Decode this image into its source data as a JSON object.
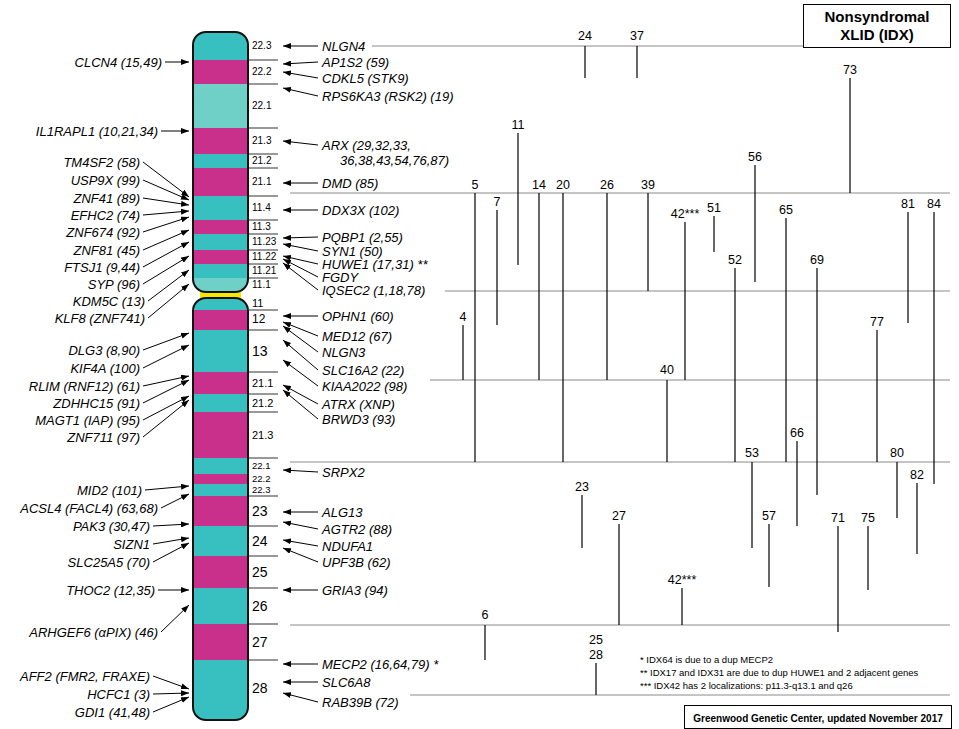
{
  "diagram": {
    "title": "Nonsyndromal XLID (IDX)",
    "caption": "Greenwood Genetic Center, updated November 2017",
    "labels": [
      "CLCN4 (15,49)",
      "IL1RAPL1 (10,21,34)",
      "TM4SF2 (58)",
      "USP9X (99)",
      "ZNF41 (89)",
      "EFHC2 (74)",
      "ZNF674 (92)",
      "ZNF81 (45)",
      "FTSJ1 (9,44)",
      "SYP (96)",
      "KDM5C (13)",
      "KLF8 (ZNF741)",
      "DLG3 (8,90)",
      "KIF4A (100)",
      "RLIM (RNF12) (61)",
      "ZDHHC15 (91)",
      "MAGT1 (IAP) (95)",
      "ZNF711 (97)",
      "MID2 (101)",
      "ACSL4 (FACL4) (63,68)",
      "PAK3 (30,47)",
      "SIZN1",
      "SLC25A5 (70)",
      "THOC2 (12,35)",
      "ARHGEF6 (αPIX) (46)",
      "AFF2 (FMR2, FRAXE)",
      "HCFC1 (3)",
      "GDI1 (41,48)",
      "22.3",
      "22.2",
      "22.1",
      "21.3",
      "21.2",
      "21.1",
      "11.4",
      "11.3",
      "11.23",
      "11.22",
      "11.21",
      "11.1",
      "11",
      "12",
      "13",
      "21.1",
      "21.2",
      "21.3",
      "22.1",
      "22.2",
      "22.3",
      "23",
      "24",
      "25",
      "26",
      "27",
      "28",
      "NLGN4",
      "AP1S2 (59)",
      "CDKL5 (STK9)",
      "RPS6KA3 (RSK2) (19)",
      "ARX (29,32,33, 36,38,43,54,76,87)",
      "DMD (85)",
      "DDX3X (102)",
      "PQBP1 (2,55)",
      "SYN1 (50)",
      "HUWE1 (17,31) **",
      "FGDY",
      "IQSEC2 (1,18,78)",
      "OPHN1 (60)",
      "MED12 (67)",
      "NLGN3",
      "SLC16A2 (22)",
      "KIAA2022 (98)",
      "ATRX (XNP)",
      "BRWD3 (93)",
      "SRPX2",
      "ALG13",
      "AGTR2 (88)",
      "NDUFA1",
      "UPF3B (62)",
      "GRIA3 (94)",
      "MECP2 (16,64,79) *",
      "SLC6A8",
      "RAB39B (72)",
      "24",
      "37",
      "73",
      "11",
      "56",
      "5",
      "14",
      "20",
      "26",
      "39",
      "7",
      "42***",
      "51",
      "65",
      "81",
      "84",
      "52",
      "69",
      "4",
      "77",
      "40",
      "66",
      "53",
      "80",
      "82",
      "23",
      "27",
      "57",
      "71",
      "75",
      "42***",
      "6",
      "25",
      "28",
      "* IDX64 is due to a dup MECP2",
      "** IDX17 and IDX31 are due to dup HUWE1 and 2 adjacent genes",
      "*** IDX42 has 2 localizations: p11.3-q13.1 and q26"
    ]
  }
}
